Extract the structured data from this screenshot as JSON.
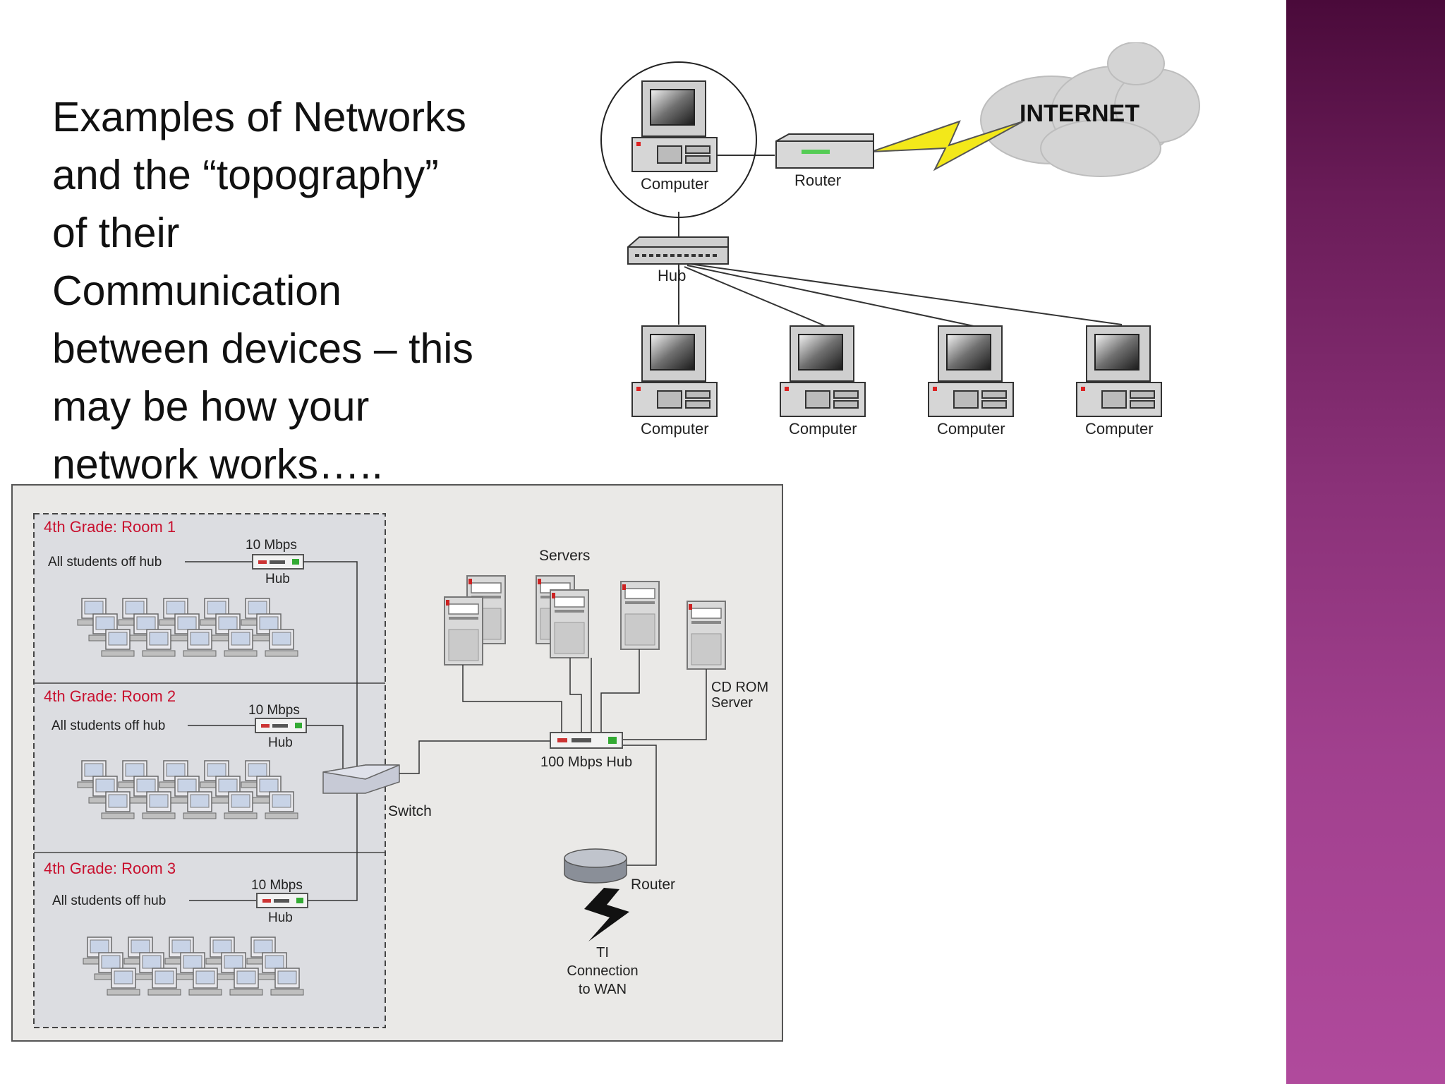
{
  "slide": {
    "text": "Examples of Networks\nand the “topography”\nof their\nCommunication\nbetween devices – this\nmay be how your\nnetwork works…..",
    "accent_color": "#8a3178"
  },
  "top_diagram": {
    "internet_label": "INTERNET",
    "router_label": "Router",
    "hub_label": "Hub",
    "top_computer_label": "Computer",
    "computers": [
      {
        "label": "Computer"
      },
      {
        "label": "Computer"
      },
      {
        "label": "Computer"
      },
      {
        "label": "Computer"
      }
    ]
  },
  "school_diagram": {
    "rooms": [
      {
        "title": "4th Grade: Room 1",
        "note": "All students off hub",
        "speed": "10 Mbps",
        "hub": "Hub"
      },
      {
        "title": "4th Grade: Room 2",
        "note": "All students off hub",
        "speed": "10 Mbps",
        "hub": "Hub"
      },
      {
        "title": "4th Grade: Room 3",
        "note": "All students off hub",
        "speed": "10 Mbps",
        "hub": "Hub"
      }
    ],
    "switch_label": "Switch",
    "servers_label": "Servers",
    "cdrom_label_line1": "CD ROM",
    "cdrom_label_line2": "Server",
    "main_hub_label": "100 Mbps Hub",
    "router_label": "Router",
    "wan_line1": "TI",
    "wan_line2": "Connection",
    "wan_line3": "to WAN",
    "title_color": "#c8102e"
  }
}
